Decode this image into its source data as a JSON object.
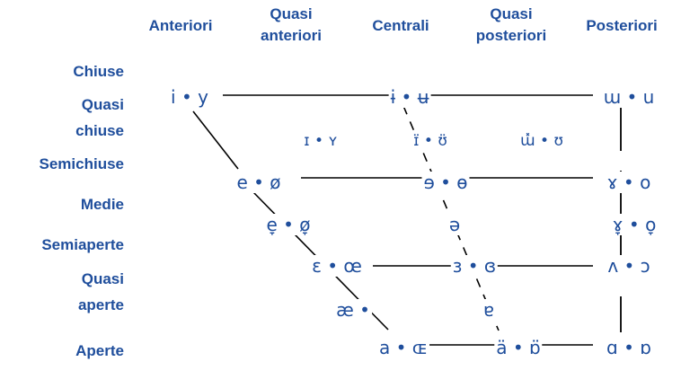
{
  "columns": [
    {
      "line1": "Anteriori",
      "line2": ""
    },
    {
      "line1": "Quasi",
      "line2": "anteriori"
    },
    {
      "line1": "Centrali",
      "line2": ""
    },
    {
      "line1": "Quasi",
      "line2": "posteriori"
    },
    {
      "line1": "Posteriori",
      "line2": ""
    }
  ],
  "rows": [
    {
      "line1": "Chiuse",
      "line2": ""
    },
    {
      "line1": "Quasi",
      "line2": "chiuse"
    },
    {
      "line1": "Semichiuse",
      "line2": ""
    },
    {
      "line1": "Medie",
      "line2": ""
    },
    {
      "line1": "Semiaperte",
      "line2": ""
    },
    {
      "line1": "Quasi",
      "line2": "aperte"
    },
    {
      "line1": "Aperte",
      "line2": ""
    }
  ],
  "vowels": {
    "close_front": "i • y",
    "close_central": "ɨ • ʉ",
    "close_back": "ɯ • u",
    "near_close_front": "ɪ • ʏ",
    "near_close_central": "ɪ̈ • ʊ̈",
    "near_close_back": "ɯ̽ • ʊ",
    "close_mid_front": "e • ø",
    "close_mid_central": "ɘ • ɵ",
    "close_mid_back": "ɤ • o",
    "mid_front": "e̞ • ø̞",
    "mid_central": "ə",
    "mid_back": "ɤ̞ • o̞",
    "open_mid_front": "ɛ • œ",
    "open_mid_central": "ɜ • ɞ",
    "open_mid_back": "ʌ • ɔ",
    "near_open_front": "æ •",
    "near_open_central": "ɐ",
    "open_front": "a • ɶ",
    "open_central": "ä • ɒ̈",
    "open_back": "ɑ • ɒ"
  },
  "colors": {
    "text": "#1f4e9c",
    "lines": "#000000",
    "background": "#ffffff"
  }
}
